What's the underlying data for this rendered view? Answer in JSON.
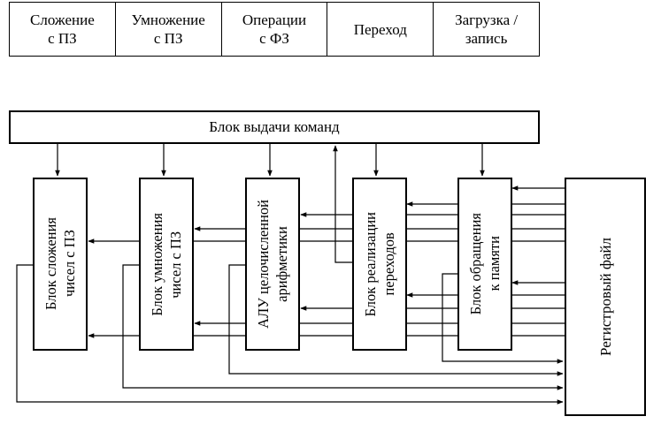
{
  "operations_table": {
    "cells": [
      "Сложение\nс  ПЗ",
      "Умножение\nс  ПЗ",
      "Операции\nс  ФЗ",
      "Переход",
      "Загрузка /\nзапись"
    ]
  },
  "diagram": {
    "command_unit": "Блок  выдачи  команд",
    "blocks": [
      "Блок  сложения\nчисел  с  ПЗ",
      "Блок  умножения\nчисел  с  ПЗ",
      "АЛУ целочисленной\nарифметики",
      "Блок  реализации\nпереходов",
      "Блок  обращения\nк  памяти"
    ],
    "register_file": "Регистровый  файл"
  }
}
